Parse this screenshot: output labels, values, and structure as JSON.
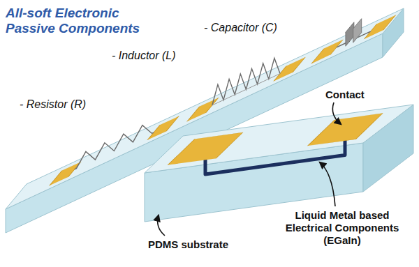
{
  "diagram": {
    "title": "All-soft Electronic Passive Components",
    "labels": [
      "- Capacitor (C)",
      "- Inductor (L)",
      "- Resistor (R)",
      "Contact",
      "PDMS substrate",
      "Liquid Metal based Electrical Components (EGaIn)"
    ]
  }
}
